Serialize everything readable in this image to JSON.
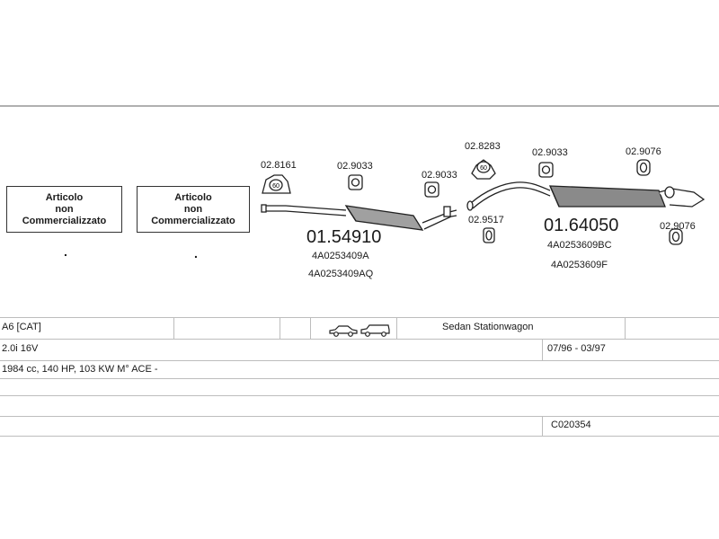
{
  "not_available": {
    "line1": "Articolo",
    "line2": "non",
    "line3": "Commercializzato",
    "marker": "."
  },
  "parts": {
    "p1": "02.8161",
    "p2": "02.9033",
    "p3": "02.9033",
    "p4": "02.8283",
    "p5": "02.9033",
    "p6": "02.9076",
    "p7": "02.9517",
    "p8": "02.9076"
  },
  "clamp_labels": {
    "c1": "60",
    "c2": "60"
  },
  "front_assembly": {
    "ref": "01.54910",
    "oem1": "4A0253409A",
    "oem2": "4A0253409AQ"
  },
  "rear_assembly": {
    "ref": "01.64050",
    "oem1": "4A0253609BC",
    "oem2": "4A0253609F"
  },
  "table": {
    "model": "A6  [CAT]",
    "body_types": "Sedan  Stationwagon",
    "engine": "2.0i 16V",
    "period": "07/96 - 03/97",
    "specs": "1984 cc, 140 HP, 103 KW M° ACE -",
    "catalog_code": "C020354"
  },
  "colors": {
    "line": "#bdbdbd",
    "ink": "#1a1a1a",
    "part_fill": "#8a8a8a"
  }
}
